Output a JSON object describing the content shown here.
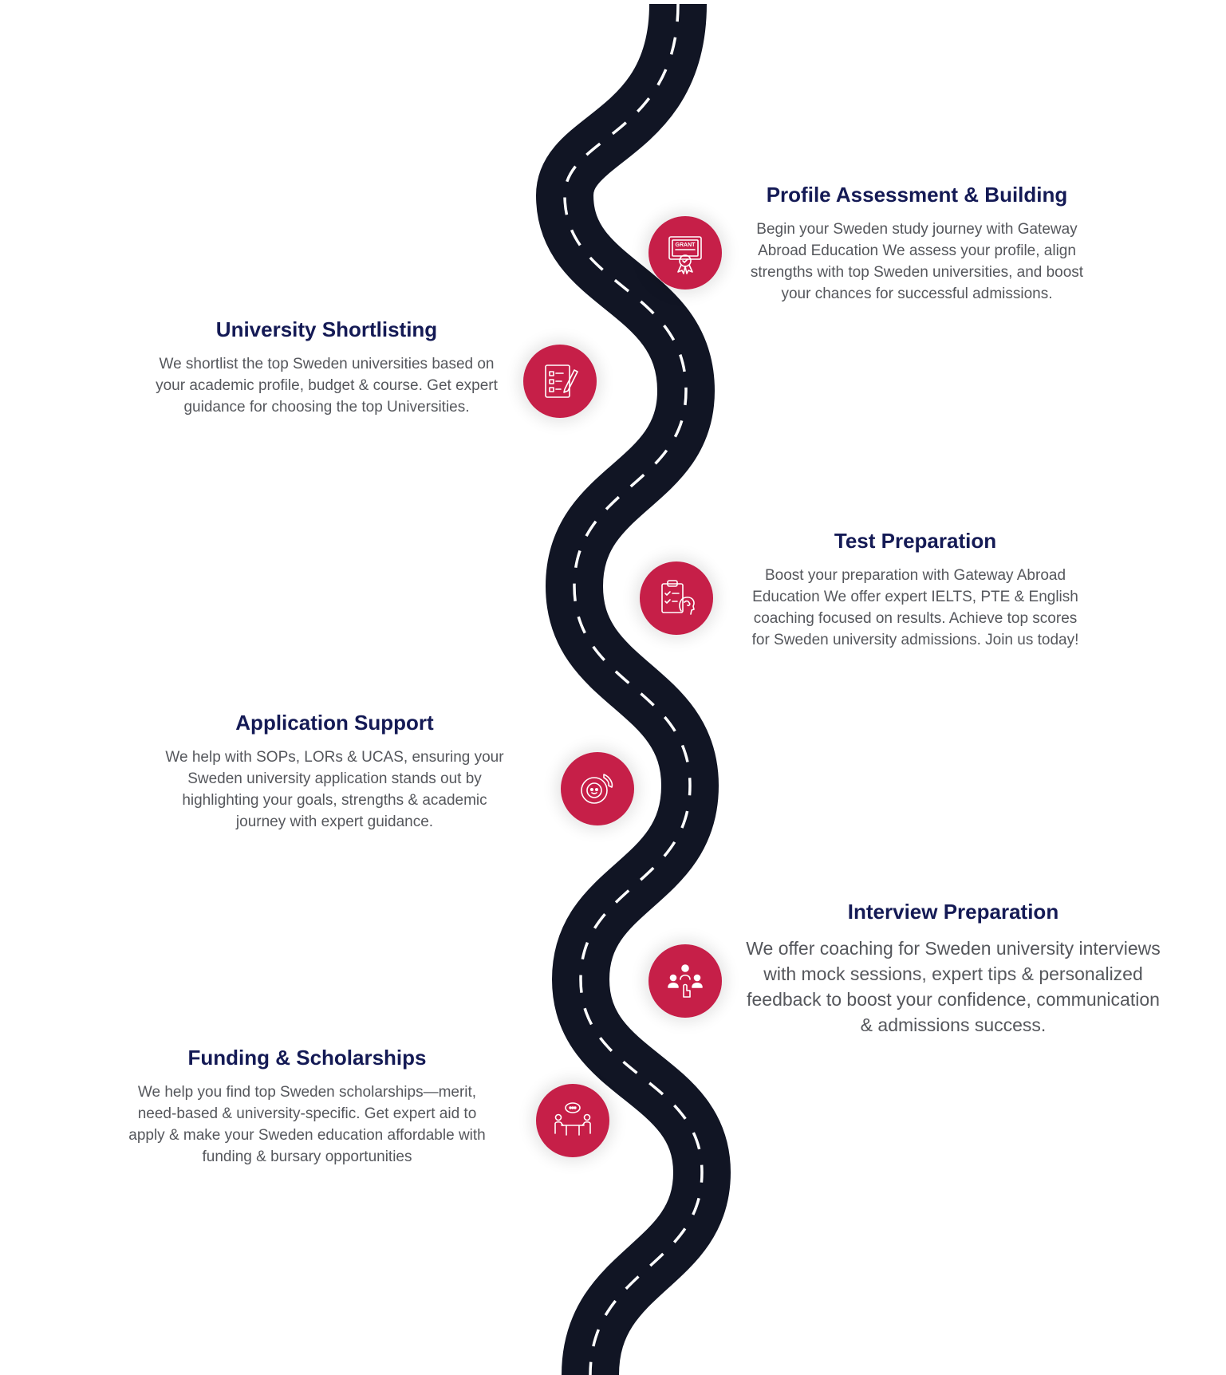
{
  "colors": {
    "road": "#111524",
    "lane": "#ffffff",
    "badge": "#c61f48",
    "heading": "#141a55",
    "body_text": "#55575c"
  },
  "steps": [
    {
      "title": "Profile Assessment & Building",
      "text": "Begin your Sweden study journey with Gateway Abroad Education We assess your profile, align strengths with top Sweden universities, and boost your chances for successful admissions.",
      "icon": "grant-certificate-icon",
      "side": "right"
    },
    {
      "title": "University Shortlisting",
      "text": "We shortlist the top Sweden universities based on your academic profile, budget & course. Get expert guidance for choosing the top Universities.",
      "icon": "checklist-pencil-icon",
      "side": "left"
    },
    {
      "title": "Test Preparation",
      "text": "Boost your preparation with Gateway Abroad Education We offer expert IELTS, PTE & English coaching focused on results. Achieve top scores for Sweden university admissions. Join us today!",
      "icon": "clipboard-brain-icon",
      "side": "right"
    },
    {
      "title": "Application Support",
      "text": "We help with SOPs, LORs & UCAS, ensuring your Sweden university application stands out by highlighting your goals, strengths & academic journey with expert guidance.",
      "icon": "support-call-icon",
      "side": "left"
    },
    {
      "title": "Interview Preparation",
      "text": "We offer coaching for Sweden university interviews with mock sessions, expert tips & personalized feedback to boost your confidence, communication & admissions success.",
      "icon": "group-interview-icon",
      "side": "right"
    },
    {
      "title": "Funding & Scholarships",
      "text": "We help you find top Sweden scholarships—merit, need-based & university-specific. Get expert aid to apply & make your Sweden education affordable with funding & bursary opportunities",
      "icon": "meeting-discussion-icon",
      "side": "left"
    }
  ]
}
